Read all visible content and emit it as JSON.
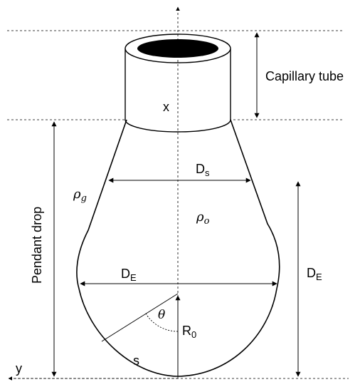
{
  "labels": {
    "capillary": "Capillary tube",
    "x_axis": "x",
    "y_axis": "y",
    "pendant": "Pendant drop",
    "ds_main": "D",
    "ds_sub": "s",
    "de_main": "D",
    "de_sub": "E",
    "de_right_main": "D",
    "de_right_sub": "E",
    "rho_g_main": "ρ",
    "rho_g_sub": "g",
    "rho_o_main": "ρ",
    "rho_o_sub": "o",
    "theta": "θ",
    "r0_main": "R",
    "r0_sub": "0",
    "s": "s"
  }
}
